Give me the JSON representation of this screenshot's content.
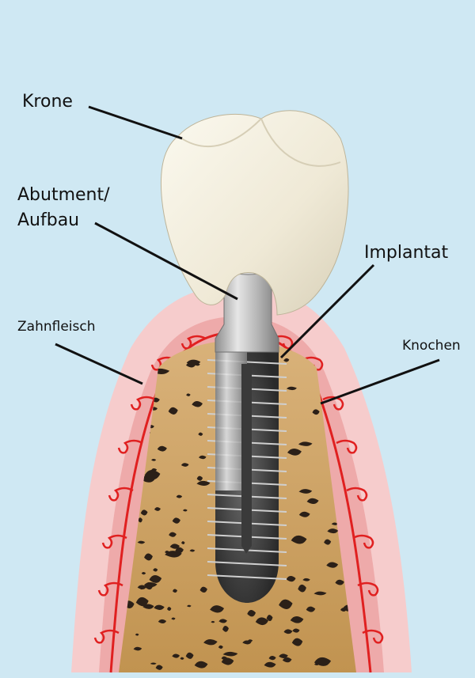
{
  "diagram": {
    "labels": {
      "crown": "Krone",
      "abutment_line1": "Abutment/",
      "abutment_line2": "Aufbau",
      "implant": "Implantat",
      "gum": "Zahnfleisch",
      "bone": "Knochen"
    },
    "colors": {
      "background": "#cfe8f3",
      "gum_outer": "#f6cccc",
      "gum_inner": "#eeaaaa",
      "vessels": "#e02020",
      "bone": "#c99a55",
      "bone_pores": "#2b2018",
      "crown": "#f2eedf",
      "metal": "#b8b8b8",
      "implant_body": "#4a4a4a"
    }
  }
}
